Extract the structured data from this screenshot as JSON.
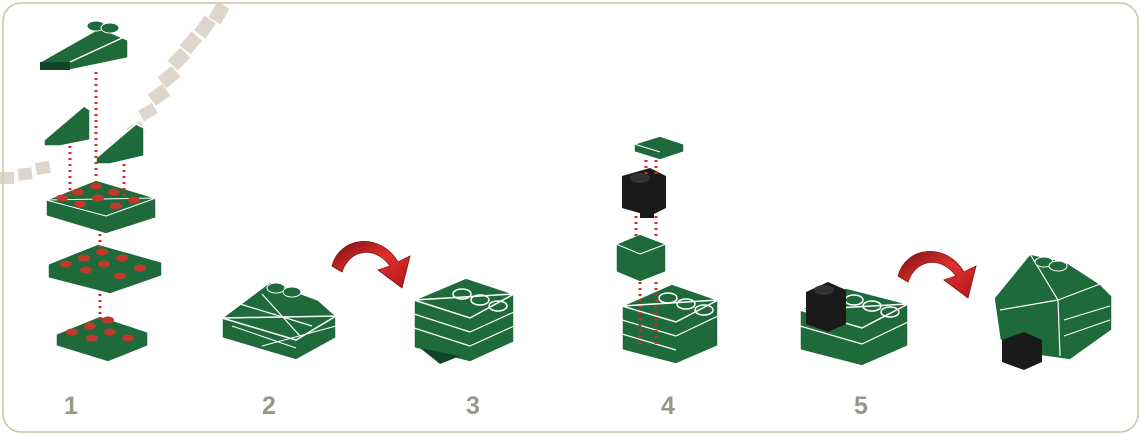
{
  "diagram": {
    "steps": [
      {
        "number": "1"
      },
      {
        "number": "2"
      },
      {
        "number": "3"
      },
      {
        "number": "4"
      },
      {
        "number": "5"
      }
    ],
    "colors": {
      "brick_green": "#1e6a3b",
      "brick_dark": "#114426",
      "stud_red": "#c0392b",
      "connector_dot": "#d62828",
      "arrow_red": "#d21f1f",
      "frame_border": "#c9c0a8",
      "number_gray": "#9a958b",
      "track_beige": "#d9d0c4",
      "black_part": "#1a1a1a"
    },
    "icons": [
      "rotate-arrow-icon",
      "rotate-arrow-icon"
    ]
  }
}
